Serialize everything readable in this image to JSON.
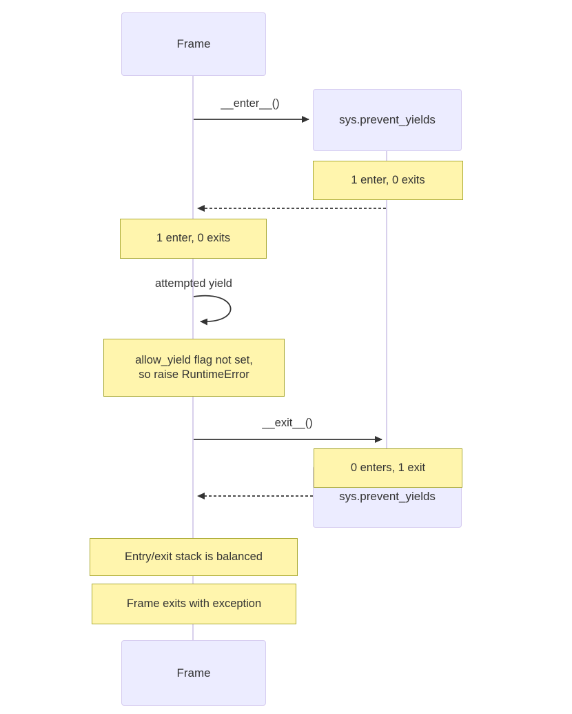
{
  "actors": {
    "frame": "Frame",
    "sys": "sys.prevent_yields"
  },
  "messages": {
    "enter": "__enter__()",
    "self_loop": "attempted yield",
    "exit": "__exit__()"
  },
  "notes": {
    "right_1": "1 enter, 0 exits",
    "left_1": "1 enter, 0 exits",
    "allow_line1": "allow_yield flag not set,",
    "allow_line2": "so raise RuntimeError",
    "exit_counts": "0 enters, 1 exit",
    "balanced": "Entry/exit stack is balanced",
    "exception": "Frame exits with exception"
  },
  "colors": {
    "actor_fill": "#ececff",
    "actor_border": "#d6ccf0",
    "lifeline": "#d8d0ec",
    "note_fill": "#fff5ad",
    "note_border": "#aaaa33",
    "arrow": "#333333",
    "text": "#333333"
  }
}
